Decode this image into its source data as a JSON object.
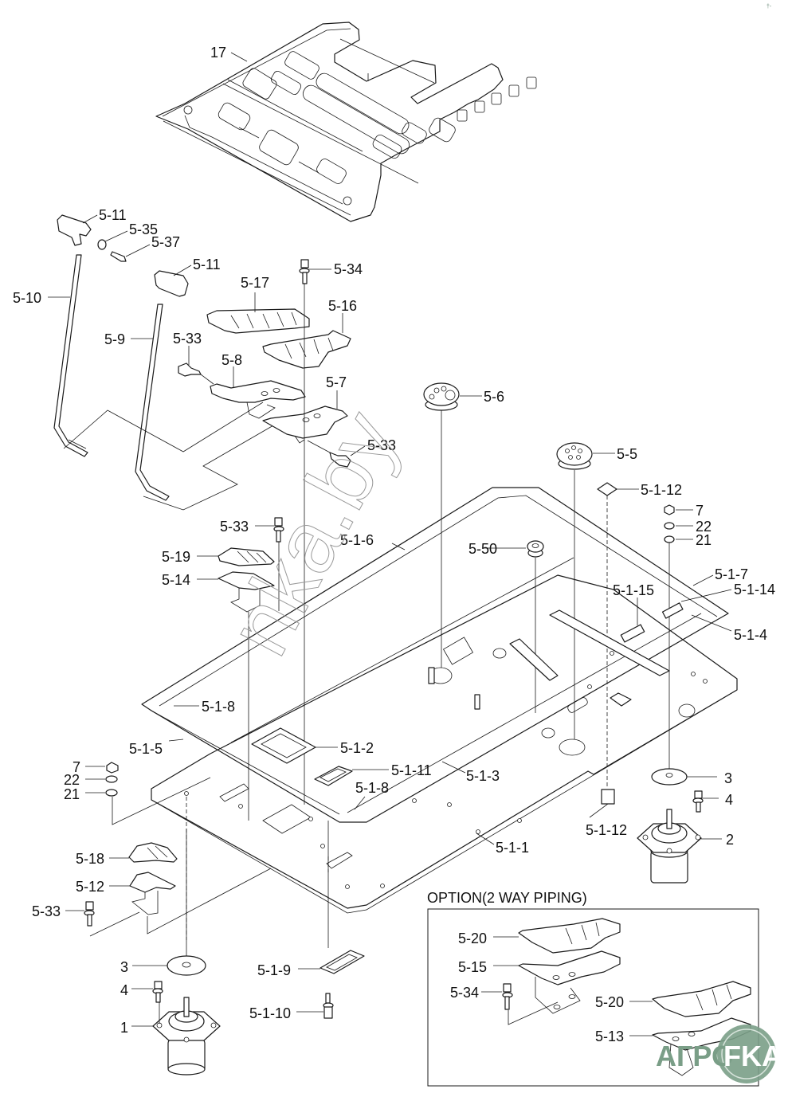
{
  "diagram": {
    "type": "exploded-parts-diagram",
    "option_box_title": "OPTION(2 WAY PIPING)",
    "watermark_text": "nka.by",
    "badge": {
      "text_left": "АГРО",
      "text_right": "FKA",
      "color": "#7a9e87"
    },
    "corner_mark": "†-",
    "labels": {
      "p17": "17",
      "p5_11a": "5-11",
      "p5_35": "5-35",
      "p5_37": "5-37",
      "p5_11b": "5-11",
      "p5_34a": "5-34",
      "p5_10": "5-10",
      "p5_17": "5-17",
      "p5_16": "5-16",
      "p5_9": "5-9",
      "p5_33a": "5-33",
      "p5_8": "5-8",
      "p5_7": "5-7",
      "p5_6": "5-6",
      "p5_33b": "5-33",
      "p5_5": "5-5",
      "p5_1_12a": "5-1-12",
      "p5_33c": "5-33",
      "p7a": "7",
      "p22a": "22",
      "p21a": "21",
      "p5_1_6": "5-1-6",
      "p5_50": "5-50",
      "p5_19": "5-19",
      "p5_14": "5-14",
      "p5_1_7": "5-1-7",
      "p5_1_15": "5-1-15",
      "p5_1_14": "5-1-14",
      "p5_1_4": "5-1-4",
      "p5_1_8a": "5-1-8",
      "p5_1_5": "5-1-5",
      "p5_1_2": "5-1-2",
      "p7b": "7",
      "p22b": "22",
      "p21b": "21",
      "p5_1_11": "5-1-11",
      "p5_1_3": "5-1-3",
      "p5_1_8b": "5-1-8",
      "p3a": "3",
      "p4a": "4",
      "p5_1_12b": "5-1-12",
      "p2": "2",
      "p5_1_1": "5-1-1",
      "p5_18": "5-18",
      "p5_12": "5-12",
      "p5_33d": "5-33",
      "p3b": "3",
      "p4b": "4",
      "p1": "1",
      "p5_1_9": "5-1-9",
      "p5_1_10": "5-1-10",
      "p5_20a": "5-20",
      "p5_15": "5-15",
      "p5_34b": "5-34",
      "p5_20b": "5-20",
      "p5_13": "5-13"
    }
  }
}
